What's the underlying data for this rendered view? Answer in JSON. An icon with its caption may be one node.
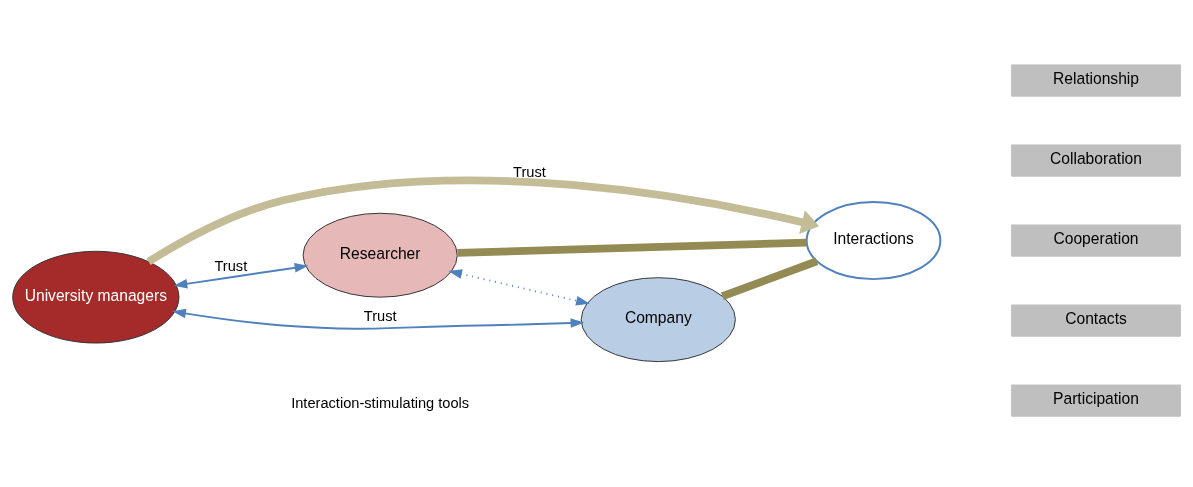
{
  "diagram": {
    "nodes": [
      {
        "text": [
          "Researcher"
        ]
      },
      {
        "text": [
          "University managers"
        ]
      },
      {
        "text": [
          "Interactions"
        ]
      },
      {
        "text": [
          "Company"
        ]
      },
      {
        "text": [
          "Relationship"
        ]
      },
      {
        "text": [
          "Collaboration"
        ]
      },
      {
        "text": [
          "Cooperation"
        ]
      },
      {
        "text": [
          "Contacts"
        ]
      },
      {
        "text": [
          "Participation"
        ]
      }
    ],
    "edges": [
      {
        "from": 1,
        "to": 0,
        "label": "Trust",
        "arrow": "both",
        "color": "#4f81bd"
      },
      {
        "from": 1,
        "to": 2,
        "label": "Trust",
        "arrow": "to",
        "style": "thick",
        "color": "#c4bc96"
      },
      {
        "from": 0,
        "to": 3,
        "arrow": "both",
        "style": "dashed",
        "color": "#4f81bd"
      },
      {
        "from": 1,
        "to": 3,
        "label": "Trust",
        "arrow": "both",
        "color": "#4f81bd"
      },
      {
        "from": 0,
        "to": 2,
        "arrow": "none",
        "style": "thick",
        "color": "#948a54"
      },
      {
        "from": 3,
        "to": 2,
        "arrow": "none",
        "style": "thick",
        "color": "#948a54"
      }
    ],
    "labels": [
      "Interaction-stimulating tools"
    ]
  }
}
